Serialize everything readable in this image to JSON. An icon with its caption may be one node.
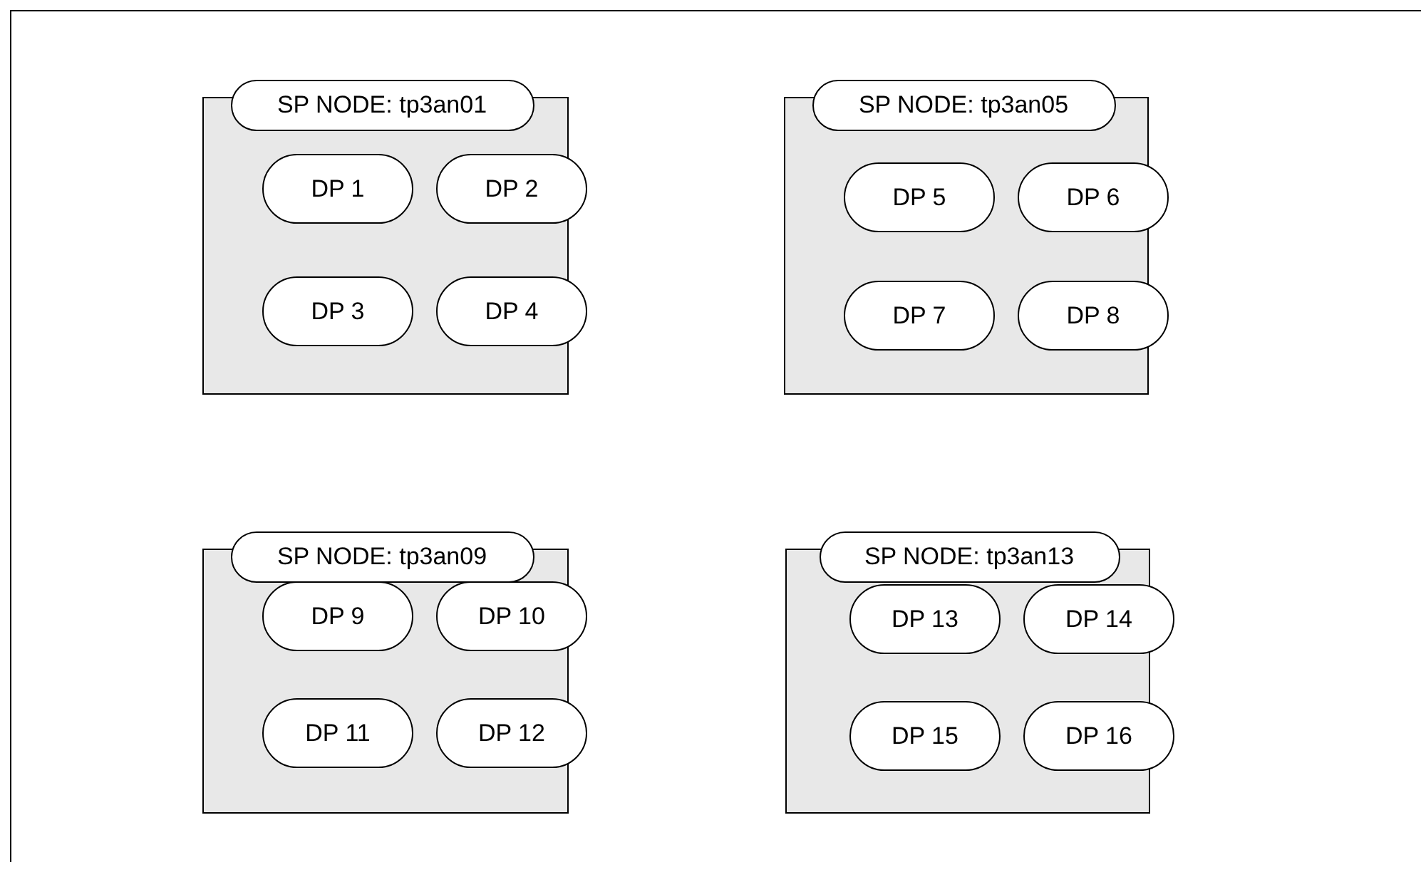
{
  "diagram": {
    "nodes": [
      {
        "text": [
          "SP NODE: tp3an01"
        ]
      },
      {
        "text": [
          "DP 1"
        ],
        "in": 0
      },
      {
        "text": [
          "DP 2"
        ],
        "in": 0
      },
      {
        "text": [
          "DP 3"
        ],
        "in": 0
      },
      {
        "text": [
          "DP 4"
        ],
        "in": 0
      },
      {
        "text": [
          "SP NODE: tp3an05"
        ]
      },
      {
        "text": [
          "DP 5"
        ],
        "in": 5
      },
      {
        "text": [
          "DP 6"
        ],
        "in": 5
      },
      {
        "text": [
          "DP 7"
        ],
        "in": 5
      },
      {
        "text": [
          "DP 8"
        ],
        "in": 5
      },
      {
        "text": [
          "SP NODE: tp3an09"
        ]
      },
      {
        "text": [
          "DP 9"
        ],
        "in": 10
      },
      {
        "text": [
          "DP 10"
        ],
        "in": 10
      },
      {
        "text": [
          "DP 11"
        ],
        "in": 10
      },
      {
        "text": [
          "DP 12"
        ],
        "in": 10
      },
      {
        "text": [
          "SP NODE: tp3an13"
        ]
      },
      {
        "text": [
          "DP 13"
        ],
        "in": 15
      },
      {
        "text": [
          "DP 14"
        ],
        "in": 15
      },
      {
        "text": [
          "DP 15"
        ],
        "in": 15
      },
      {
        "text": [
          "DP 16"
        ],
        "in": 15
      }
    ]
  }
}
